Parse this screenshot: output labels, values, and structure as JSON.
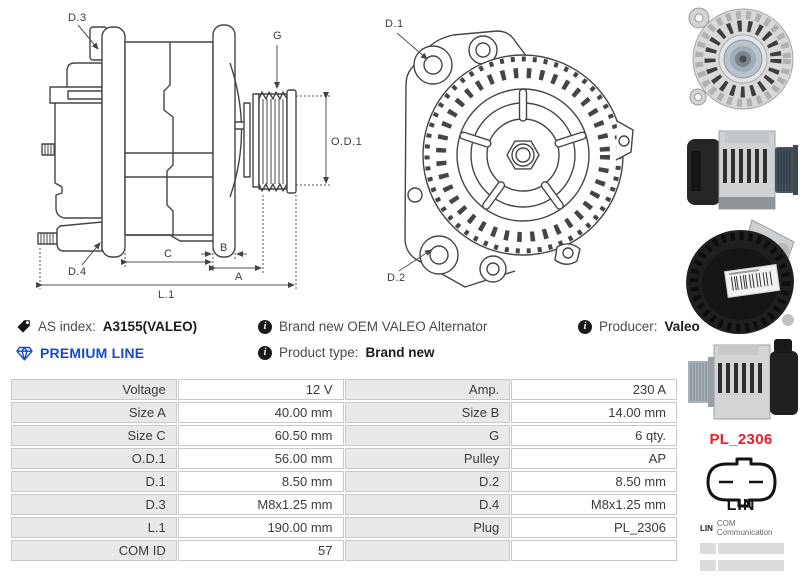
{
  "side_view_labels": {
    "d3": "D.3",
    "g": "G",
    "od1": "O.D.1",
    "d4": "D.4",
    "c": "C",
    "b": "B",
    "a": "A",
    "l1": "L.1"
  },
  "front_view_labels": {
    "d1": "D.1",
    "d2": "D.2"
  },
  "info": {
    "as_index": {
      "label": "AS index:",
      "value": "A3155(VALEO)"
    },
    "brand_new": "Brand new OEM VALEO Alternator",
    "producer": {
      "label": "Producer:",
      "value": "Valeo"
    },
    "premium_line": "PREMIUM LINE",
    "product_type": {
      "label": "Product type:",
      "value": "Brand new"
    }
  },
  "spec_table": {
    "rows": [
      {
        "l": "Voltage",
        "lv": "12 V",
        "r": "Amp.",
        "rv": "230 A"
      },
      {
        "l": "Size A",
        "lv": "40.00 mm",
        "r": "Size B",
        "rv": "14.00 mm"
      },
      {
        "l": "Size C",
        "lv": "60.50 mm",
        "r": "G",
        "rv": "6 qty."
      },
      {
        "l": "O.D.1",
        "lv": "56.00 mm",
        "r": "Pulley",
        "rv": "AP"
      },
      {
        "l": "D.1",
        "lv": "8.50 mm",
        "r": "D.2",
        "rv": "8.50 mm"
      },
      {
        "l": "D.3",
        "lv": "M8x1.25 mm",
        "r": "D.4",
        "rv": "M8x1.25 mm"
      },
      {
        "l": "L.1",
        "lv": "190.00 mm",
        "r": "Plug",
        "rv": "PL_2306"
      },
      {
        "l": "COM ID",
        "lv": "57",
        "r": "",
        "rv": ""
      }
    ]
  },
  "plug": {
    "code": "PL_2306",
    "connector_label": "LIN",
    "comm_header_left": "LIN",
    "comm_header_right": "COM Communication"
  },
  "icons": {
    "as_index": "tag-icon",
    "info": "info-circle-icon",
    "premium": "diamond-gem-icon",
    "plug_connector": "lin-connector-outline"
  },
  "colors": {
    "premium_blue": "#1a49c8",
    "plug_code_red": "#ee1c24",
    "table_label_bg": "#e9e9e9",
    "table_border": "#c9c9c9",
    "lin_bar_bg": "#dcdcdc",
    "drawing_line": "#454545"
  }
}
